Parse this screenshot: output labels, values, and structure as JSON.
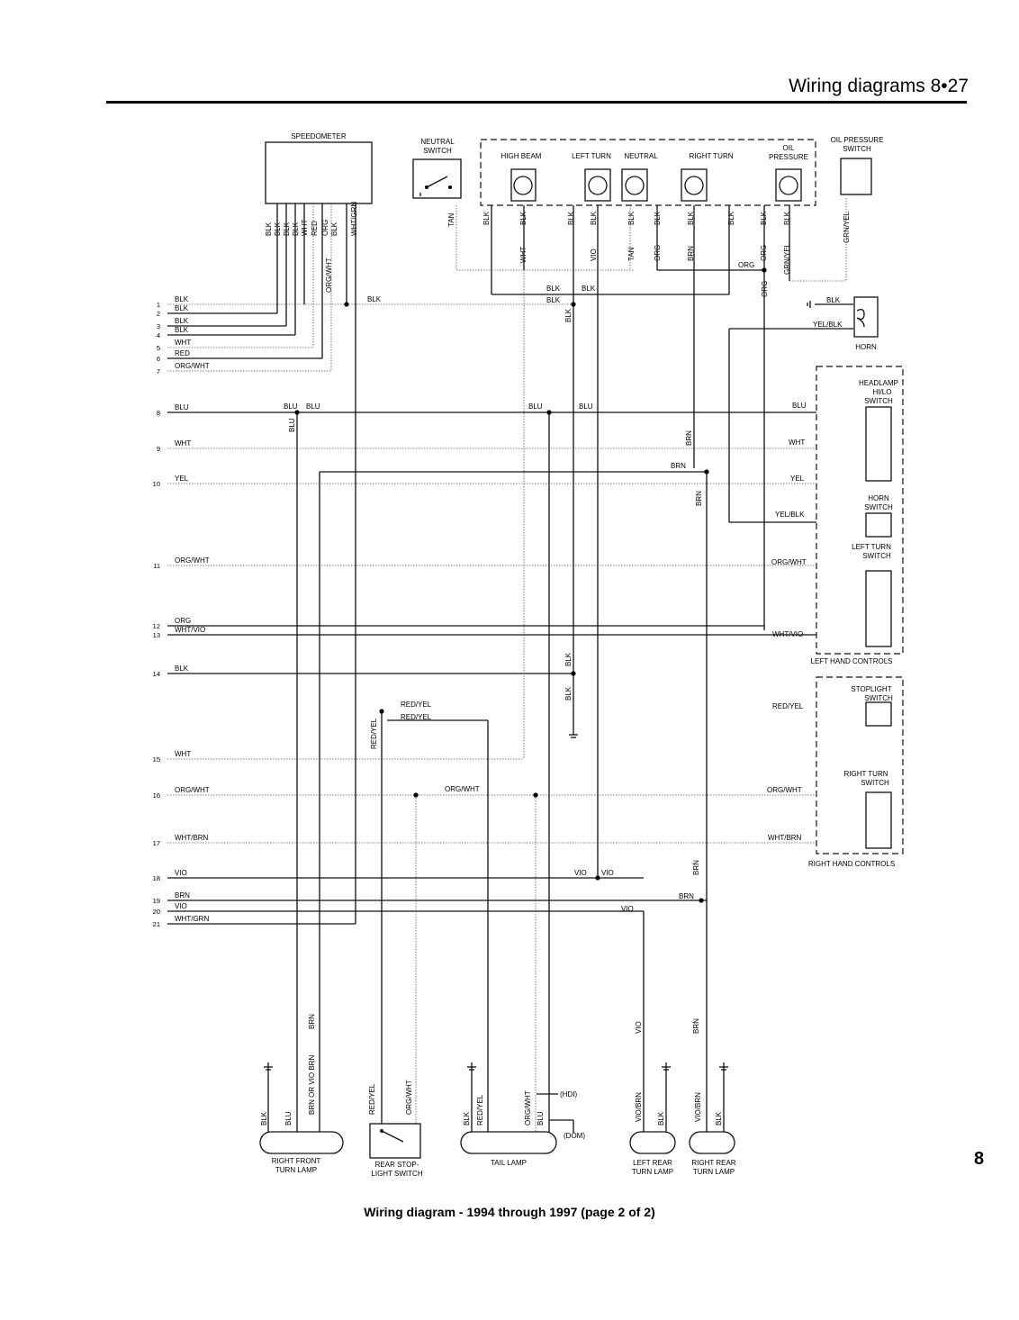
{
  "header": {
    "title": "Wiring diagrams 8•27"
  },
  "caption": "Wiring diagram - 1994 through 1997 (page 2 of 2)",
  "page_tab": "8",
  "components": {
    "speedometer": "SPEEDOMETER",
    "neutral_switch": [
      "NEUTRAL",
      "SWITCH"
    ],
    "high_beam": "HIGH BEAM",
    "left_turn": "LEFT TURN",
    "neutral": "NEUTRAL",
    "right_turn": "RIGHT TURN",
    "oil_pressure": [
      "OIL",
      "PRESSURE"
    ],
    "oil_pressure_switch": [
      "OIL PRESSURE",
      "SWITCH"
    ],
    "horn": "HORN",
    "headlamp_switch": [
      "HEADLAMP",
      "HI/LO",
      "SWITCH"
    ],
    "horn_switch": [
      "HORN",
      "SWITCH"
    ],
    "left_turn_switch": [
      "LEFT TURN",
      "SWITCH"
    ],
    "left_hand_controls": "LEFT HAND CONTROLS",
    "stoplight_switch": [
      "STOPLIGHT",
      "SWITCH"
    ],
    "right_turn_switch": [
      "RIGHT TURN",
      "SWITCH"
    ],
    "right_hand_controls": "RIGHT HAND CONTROLS",
    "right_front_turn_lamp": [
      "RIGHT FRONT",
      "TURN LAMP"
    ],
    "rear_stoplight_switch": [
      "REAR STOP-",
      "LIGHT SWITCH"
    ],
    "tail_lamp": "TAIL LAMP",
    "left_rear_turn_lamp": [
      "LEFT REAR",
      "TURN LAMP"
    ],
    "right_rear_turn_lamp": [
      "RIGHT REAR",
      "TURN LAMP"
    ],
    "hdi": "(HDI)",
    "dom": "(DOM)"
  },
  "speedometer_wires": [
    "BLK",
    "BLK",
    "BLK",
    "BLK",
    "WHT",
    "RED",
    "ORG",
    "BLK",
    "WHT/GRN",
    "ORG/WHT"
  ],
  "indicator_wires": [
    "TAN",
    "BLK",
    "BLK",
    "WHT",
    "BLK",
    "BLK",
    "VIO",
    "BLK",
    "TAN",
    "BLK",
    "ORG",
    "BLK",
    "BRN",
    "BLK",
    "BLK",
    "ORG",
    "BLK",
    "GRN/YEL",
    "GRN/YEL"
  ],
  "connector_rows": [
    {
      "n": "1",
      "label": "BLK"
    },
    {
      "n": "2",
      "label": "BLK"
    },
    {
      "n": "3",
      "label": "BLK"
    },
    {
      "n": "4",
      "label": "BLK"
    },
    {
      "n": "5",
      "label": "WHT"
    },
    {
      "n": "6",
      "label": "RED"
    },
    {
      "n": "7",
      "label": "ORG/WHT"
    },
    {
      "n": "8",
      "label": "BLU"
    },
    {
      "n": "9",
      "label": "WHT"
    },
    {
      "n": "10",
      "label": "YEL"
    },
    {
      "n": "11",
      "label": "ORG/WHT"
    },
    {
      "n": "12",
      "label": "ORG"
    },
    {
      "n": "13",
      "label": "WHT/VIO"
    },
    {
      "n": "14",
      "label": "BLK"
    },
    {
      "n": "15",
      "label": "WHT"
    },
    {
      "n": "16",
      "label": "ORG/WHT"
    },
    {
      "n": "17",
      "label": "WHT/BRN"
    },
    {
      "n": "18",
      "label": "VIO"
    },
    {
      "n": "19",
      "label": "BRN"
    },
    {
      "n": "20",
      "label": "VIO"
    },
    {
      "n": "21",
      "label": "WHT/GRN"
    }
  ],
  "wire_labels": {
    "blk": "BLK",
    "blu": "BLU",
    "brn": "BRN",
    "vio": "VIO",
    "org": "ORG",
    "org_wht": "ORG/WHT",
    "red_yel": "RED/YEL",
    "yel_blk": "YEL/BLK",
    "wht": "WHT",
    "yel": "YEL",
    "wht_vio": "WHT/VIO",
    "wht_brn": "WHT/BRN",
    "grn_yel": "GRN/YEL",
    "brn_or_vio_brn": "BRN OR VIO BRN",
    "vio_brn": "VIO/BRN"
  }
}
